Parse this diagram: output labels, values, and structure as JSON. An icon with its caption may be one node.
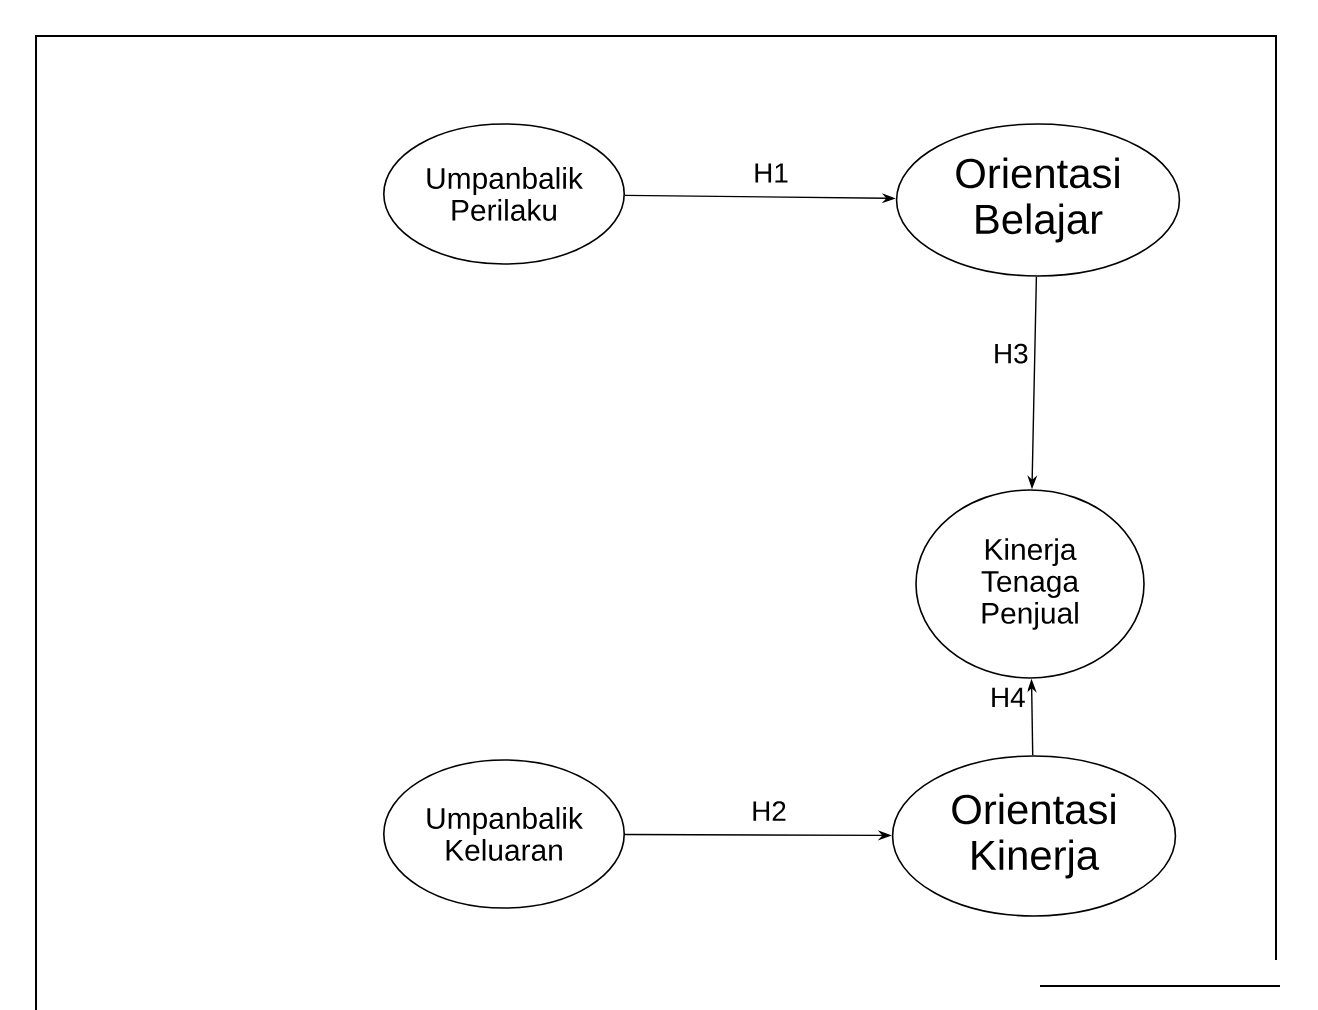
{
  "diagram": {
    "nodes": [
      {
        "text": [
          "Umpanbalik Perilaku"
        ]
      },
      {
        "text": [
          "Orientasi Belajar"
        ]
      },
      {
        "text": [
          "Kinerja Tenaga Penjual"
        ]
      },
      {
        "text": [
          "Umpanbalik Keluaran"
        ]
      },
      {
        "text": [
          "Orientasi Kinerja"
        ]
      }
    ],
    "edges": [
      {
        "from": 0,
        "to": 1,
        "arrow": "to",
        "label": "H1"
      },
      {
        "from": 1,
        "to": 2,
        "arrow": "to",
        "label": "H3"
      },
      {
        "from": 4,
        "to": 2,
        "arrow": "to",
        "label": "H4"
      },
      {
        "from": 3,
        "to": 4,
        "arrow": "to",
        "label": "H2"
      }
    ]
  }
}
